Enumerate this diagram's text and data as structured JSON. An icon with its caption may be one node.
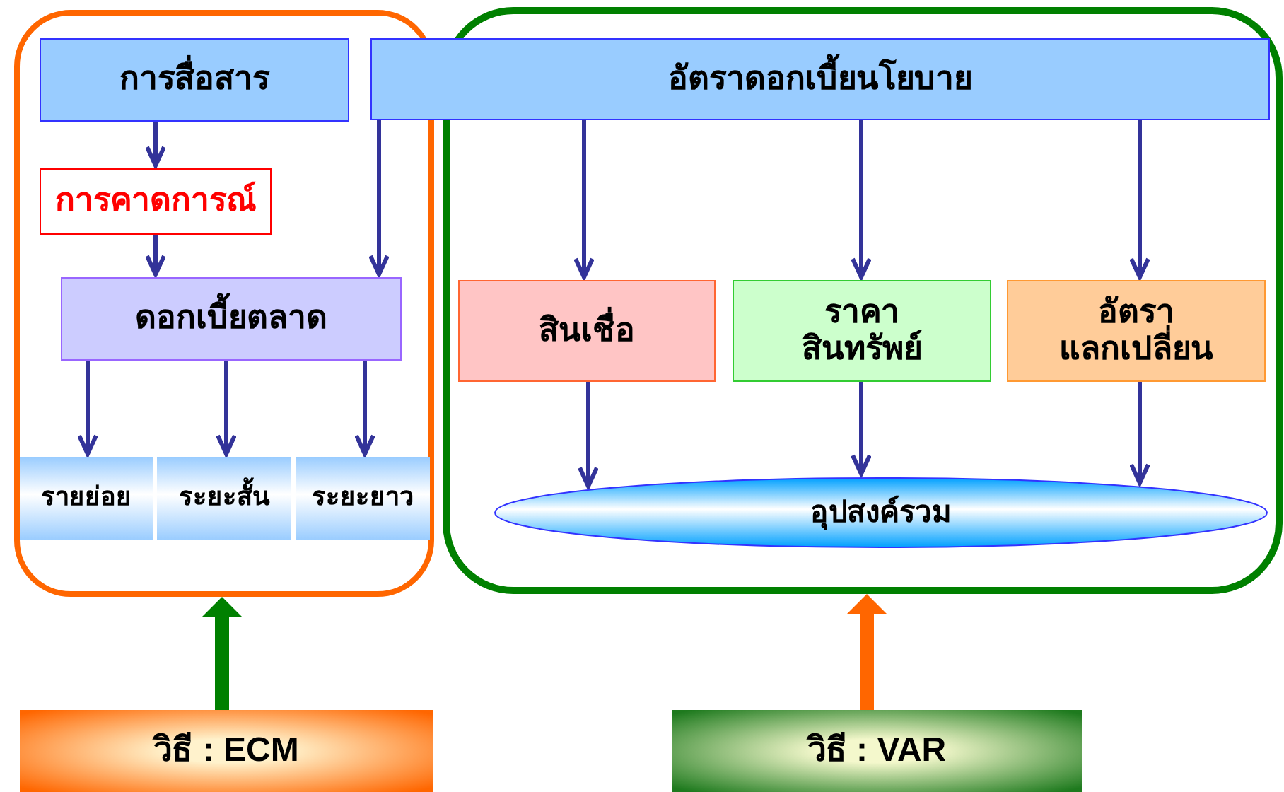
{
  "diagram": {
    "nodes": [
      {
        "text": [],
        "shape": "box"
      },
      {
        "text": [
          "การสื่อสาร"
        ],
        "in": 0
      },
      {
        "text": [],
        "shape": "box"
      },
      {
        "text": [
          "อัตราดอกเบี้ยนโยบาย"
        ]
      },
      {
        "text": [
          "การคาดการณ์"
        ],
        "in": 0
      },
      {
        "text": [
          "ดอกเบี้ยตลาด"
        ],
        "in": 0
      },
      {
        "text": [
          "สินเชื่อ"
        ],
        "in": 2
      },
      {
        "text": [
          "ราคา สินทรัพย์"
        ],
        "in": 2
      },
      {
        "text": [
          "อัตรา แลกเปลี่ยน"
        ],
        "in": 2
      },
      {
        "text": [
          "รายย่อย"
        ],
        "in": 0
      },
      {
        "text": [
          "ระยะสั้น"
        ],
        "in": 0
      },
      {
        "text": [
          "ระยะยาว"
        ],
        "in": 0
      },
      {
        "text": [
          "อุปสงค์รวม"
        ],
        "in": 2
      },
      {
        "text": [
          "วิธี : ECM"
        ]
      },
      {
        "text": [
          "วิธี : VAR"
        ]
      }
    ],
    "edges": [
      {
        "from": 1,
        "to": 4,
        "arrow": "to"
      },
      {
        "from": 4,
        "to": 5,
        "arrow": "to"
      },
      {
        "from": 3,
        "to": 5,
        "arrow": "to"
      },
      {
        "from": 5,
        "to": 9,
        "arrow": "to"
      },
      {
        "from": 5,
        "to": 10,
        "arrow": "to"
      },
      {
        "from": 5,
        "to": 11,
        "arrow": "to"
      },
      {
        "from": 3,
        "to": 6,
        "arrow": "to"
      },
      {
        "from": 3,
        "to": 7,
        "arrow": "to"
      },
      {
        "from": 3,
        "to": 8,
        "arrow": "to"
      },
      {
        "from": 6,
        "to": 12,
        "arrow": "to"
      },
      {
        "from": 7,
        "to": 12,
        "arrow": "to"
      },
      {
        "from": 8,
        "to": 12,
        "arrow": "to"
      },
      {
        "from": 13,
        "to": 0,
        "arrow": "to",
        "style": "thick",
        "color": "#008000"
      },
      {
        "from": 14,
        "to": 2,
        "arrow": "to",
        "style": "thick",
        "color": "#ff6600"
      }
    ]
  }
}
